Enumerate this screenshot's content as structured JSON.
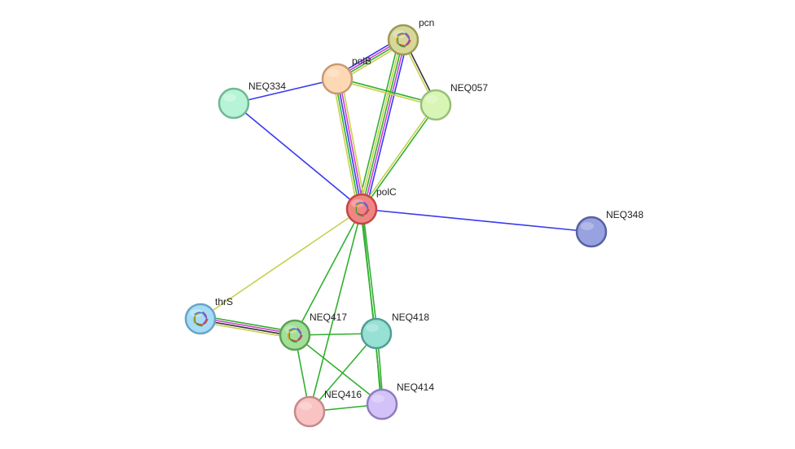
{
  "network": {
    "nodes": [
      {
        "id": "pcn",
        "label": "pcn",
        "fill": "#d7d79a",
        "stroke": "#9a9a55",
        "structure": true
      },
      {
        "id": "polB",
        "label": "polB",
        "fill": "#fdd8b4",
        "stroke": "#c79a70",
        "structure": false
      },
      {
        "id": "NEQ057",
        "label": "NEQ057",
        "fill": "#d8f5b6",
        "stroke": "#98c078",
        "structure": false
      },
      {
        "id": "NEQ334",
        "label": "NEQ334",
        "fill": "#b7f4d6",
        "stroke": "#6fb894",
        "structure": false
      },
      {
        "id": "polC",
        "label": "polC",
        "fill": "#f08585",
        "stroke": "#c44545",
        "structure": true
      },
      {
        "id": "NEQ348",
        "label": "NEQ348",
        "fill": "#98a2e0",
        "stroke": "#55629e",
        "structure": false
      },
      {
        "id": "thrS",
        "label": "thrS",
        "fill": "#a6dcf5",
        "stroke": "#6aa4c4",
        "structure": true
      },
      {
        "id": "NEQ417",
        "label": "NEQ417",
        "fill": "#a2e09a",
        "stroke": "#5ea055",
        "structure": true
      },
      {
        "id": "NEQ418",
        "label": "NEQ418",
        "fill": "#96e0d4",
        "stroke": "#4f9e94",
        "structure": false
      },
      {
        "id": "NEQ416",
        "label": "NEQ416",
        "fill": "#f9c3c3",
        "stroke": "#c48a8a",
        "structure": false
      },
      {
        "id": "NEQ414",
        "label": "NEQ414",
        "fill": "#d3c2f7",
        "stroke": "#8f7cc0",
        "structure": false
      }
    ],
    "edges": [
      {
        "source": "polB",
        "target": "pcn",
        "colors": [
          "#3a3af0",
          "#d040d0",
          "#30b030",
          "#c8d050"
        ]
      },
      {
        "source": "pcn",
        "target": "NEQ057",
        "colors": [
          "#333333",
          "#c8d050"
        ]
      },
      {
        "source": "pcn",
        "target": "polC",
        "colors": [
          "#3a3af0",
          "#d040d0",
          "#30b030",
          "#c8d050",
          "#30b030"
        ]
      },
      {
        "source": "polB",
        "target": "NEQ057",
        "colors": [
          "#30b030",
          "#c8d050"
        ]
      },
      {
        "source": "NEQ334",
        "target": "polB",
        "colors": [
          "#3a3af0"
        ]
      },
      {
        "source": "NEQ334",
        "target": "polC",
        "colors": [
          "#3a3af0"
        ]
      },
      {
        "source": "polB",
        "target": "polC",
        "colors": [
          "#c8d050",
          "#d040d0",
          "#3a3af0",
          "#30b030",
          "#c8d050"
        ]
      },
      {
        "source": "NEQ057",
        "target": "polC",
        "colors": [
          "#30b030",
          "#c8d050"
        ]
      },
      {
        "source": "polC",
        "target": "NEQ348",
        "colors": [
          "#3a3af0"
        ]
      },
      {
        "source": "polC",
        "target": "thrS",
        "colors": [
          "#c8d050"
        ]
      },
      {
        "source": "polC",
        "target": "NEQ417",
        "colors": [
          "#30b030"
        ]
      },
      {
        "source": "polC",
        "target": "NEQ418",
        "colors": [
          "#30b030",
          "#30b030"
        ]
      },
      {
        "source": "polC",
        "target": "NEQ416",
        "colors": [
          "#30b030"
        ]
      },
      {
        "source": "polC",
        "target": "NEQ414",
        "colors": [
          "#30b030"
        ]
      },
      {
        "source": "thrS",
        "target": "NEQ417",
        "colors": [
          "#30b030",
          "#d040d0",
          "#333333",
          "#c8d050"
        ]
      },
      {
        "source": "NEQ417",
        "target": "NEQ418",
        "colors": [
          "#30b030"
        ]
      },
      {
        "source": "NEQ417",
        "target": "NEQ416",
        "colors": [
          "#30b030"
        ]
      },
      {
        "source": "NEQ417",
        "target": "NEQ414",
        "colors": [
          "#30b030"
        ]
      },
      {
        "source": "NEQ418",
        "target": "NEQ414",
        "colors": [
          "#30b030",
          "#30b030"
        ]
      },
      {
        "source": "NEQ418",
        "target": "NEQ416",
        "colors": [
          "#30b030"
        ]
      },
      {
        "source": "NEQ416",
        "target": "NEQ414",
        "colors": [
          "#30b030"
        ]
      }
    ]
  }
}
